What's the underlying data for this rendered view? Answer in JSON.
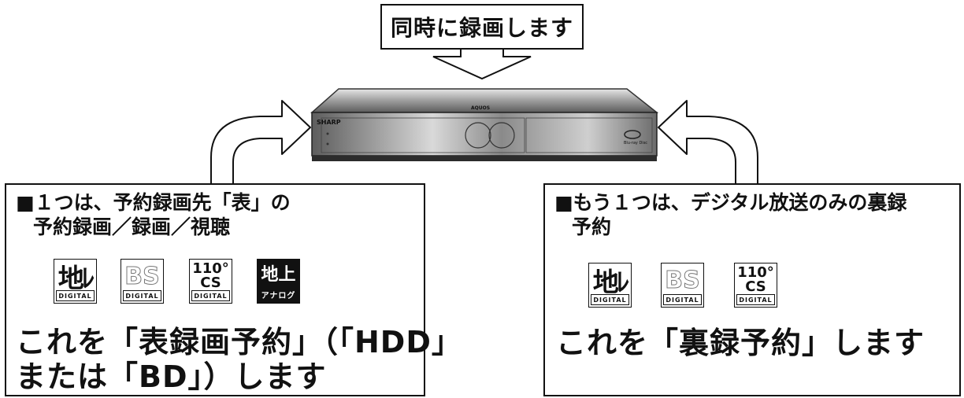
{
  "top_label": "同時に録画します",
  "left_panel": {
    "heading_line1": "■１つは、予約録画先「表」の",
    "heading_line2": "予約録画／録画／視聴",
    "logos": [
      {
        "name": "chideji",
        "main": "地ﾚ",
        "sub": "DIGITAL"
      },
      {
        "name": "bs",
        "main": "BS",
        "sub": "DIGITAL"
      },
      {
        "name": "cs",
        "main_line1": "110°",
        "main_line2": "CS",
        "sub": "DIGITAL"
      },
      {
        "name": "analog",
        "main": "地上",
        "sub": "アナログ"
      }
    ],
    "body_line1": "これを「表録画予約」（「HDD」",
    "body_line2": "または「BD」）します"
  },
  "right_panel": {
    "heading_line1": "■もう１つは、デジタル放送のみの裏録",
    "heading_line2": "予約",
    "logos": [
      {
        "name": "chideji",
        "main": "地ﾚ",
        "sub": "DIGITAL"
      },
      {
        "name": "bs",
        "main": "BS",
        "sub": "DIGITAL"
      },
      {
        "name": "cs",
        "main_line1": "110°",
        "main_line2": "CS",
        "sub": "DIGITAL"
      }
    ],
    "body_line1": "これを「裏録予約」します"
  },
  "device": {
    "brand": "SHARP",
    "model_mark": "AQUOS",
    "disc_logo": "Blu-ray Disc"
  }
}
